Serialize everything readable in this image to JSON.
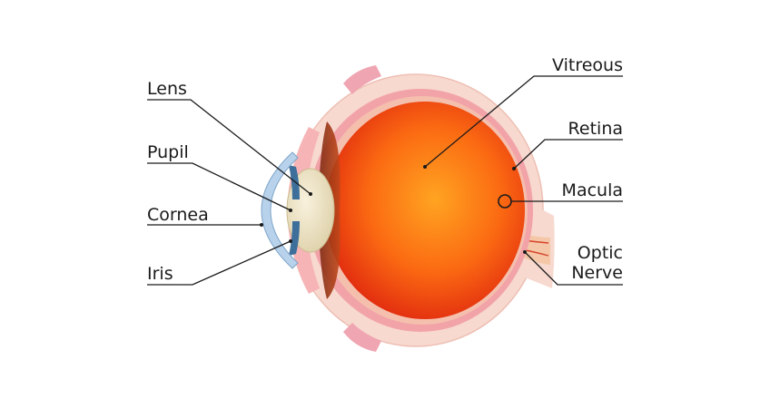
{
  "labels": {
    "lens": "Lens",
    "pupil": "Pupil",
    "cornea": "Cornea",
    "iris": "Iris",
    "vitreous": "Vitreous",
    "retina": "Retina",
    "macula": "Macula",
    "optic_line1": "Optic",
    "optic_line2": "Nerve"
  },
  "colors": {
    "sclera": "#f7d9cf",
    "choroid": "#f2a3a8",
    "vitreous_center": "#ff9a1f",
    "vitreous_edge": "#e2260f",
    "lens": "#efe6c9",
    "cornea": "#b8d2ec",
    "iris": "#3d6f9a",
    "label_line": "#1a1a1a"
  }
}
